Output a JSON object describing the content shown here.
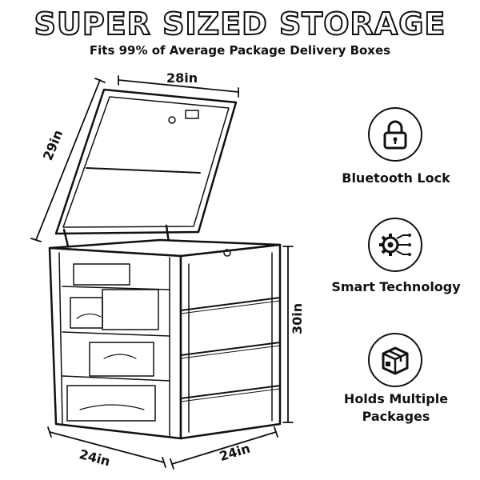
{
  "header": {
    "title": "SUPER SIZED STORAGE",
    "subtitle": "Fits 99% of Average Package Delivery Boxes"
  },
  "dimensions": {
    "lid_width": "28in",
    "lid_depth": "29in",
    "height": "30in",
    "base_front": "24in",
    "base_side": "24in"
  },
  "features": [
    {
      "icon": "lock-icon",
      "label": "Bluetooth Lock"
    },
    {
      "icon": "gear-circuit-icon",
      "label": "Smart Technology"
    },
    {
      "icon": "package-box-icon",
      "label": "Holds Multiple Packages"
    }
  ]
}
